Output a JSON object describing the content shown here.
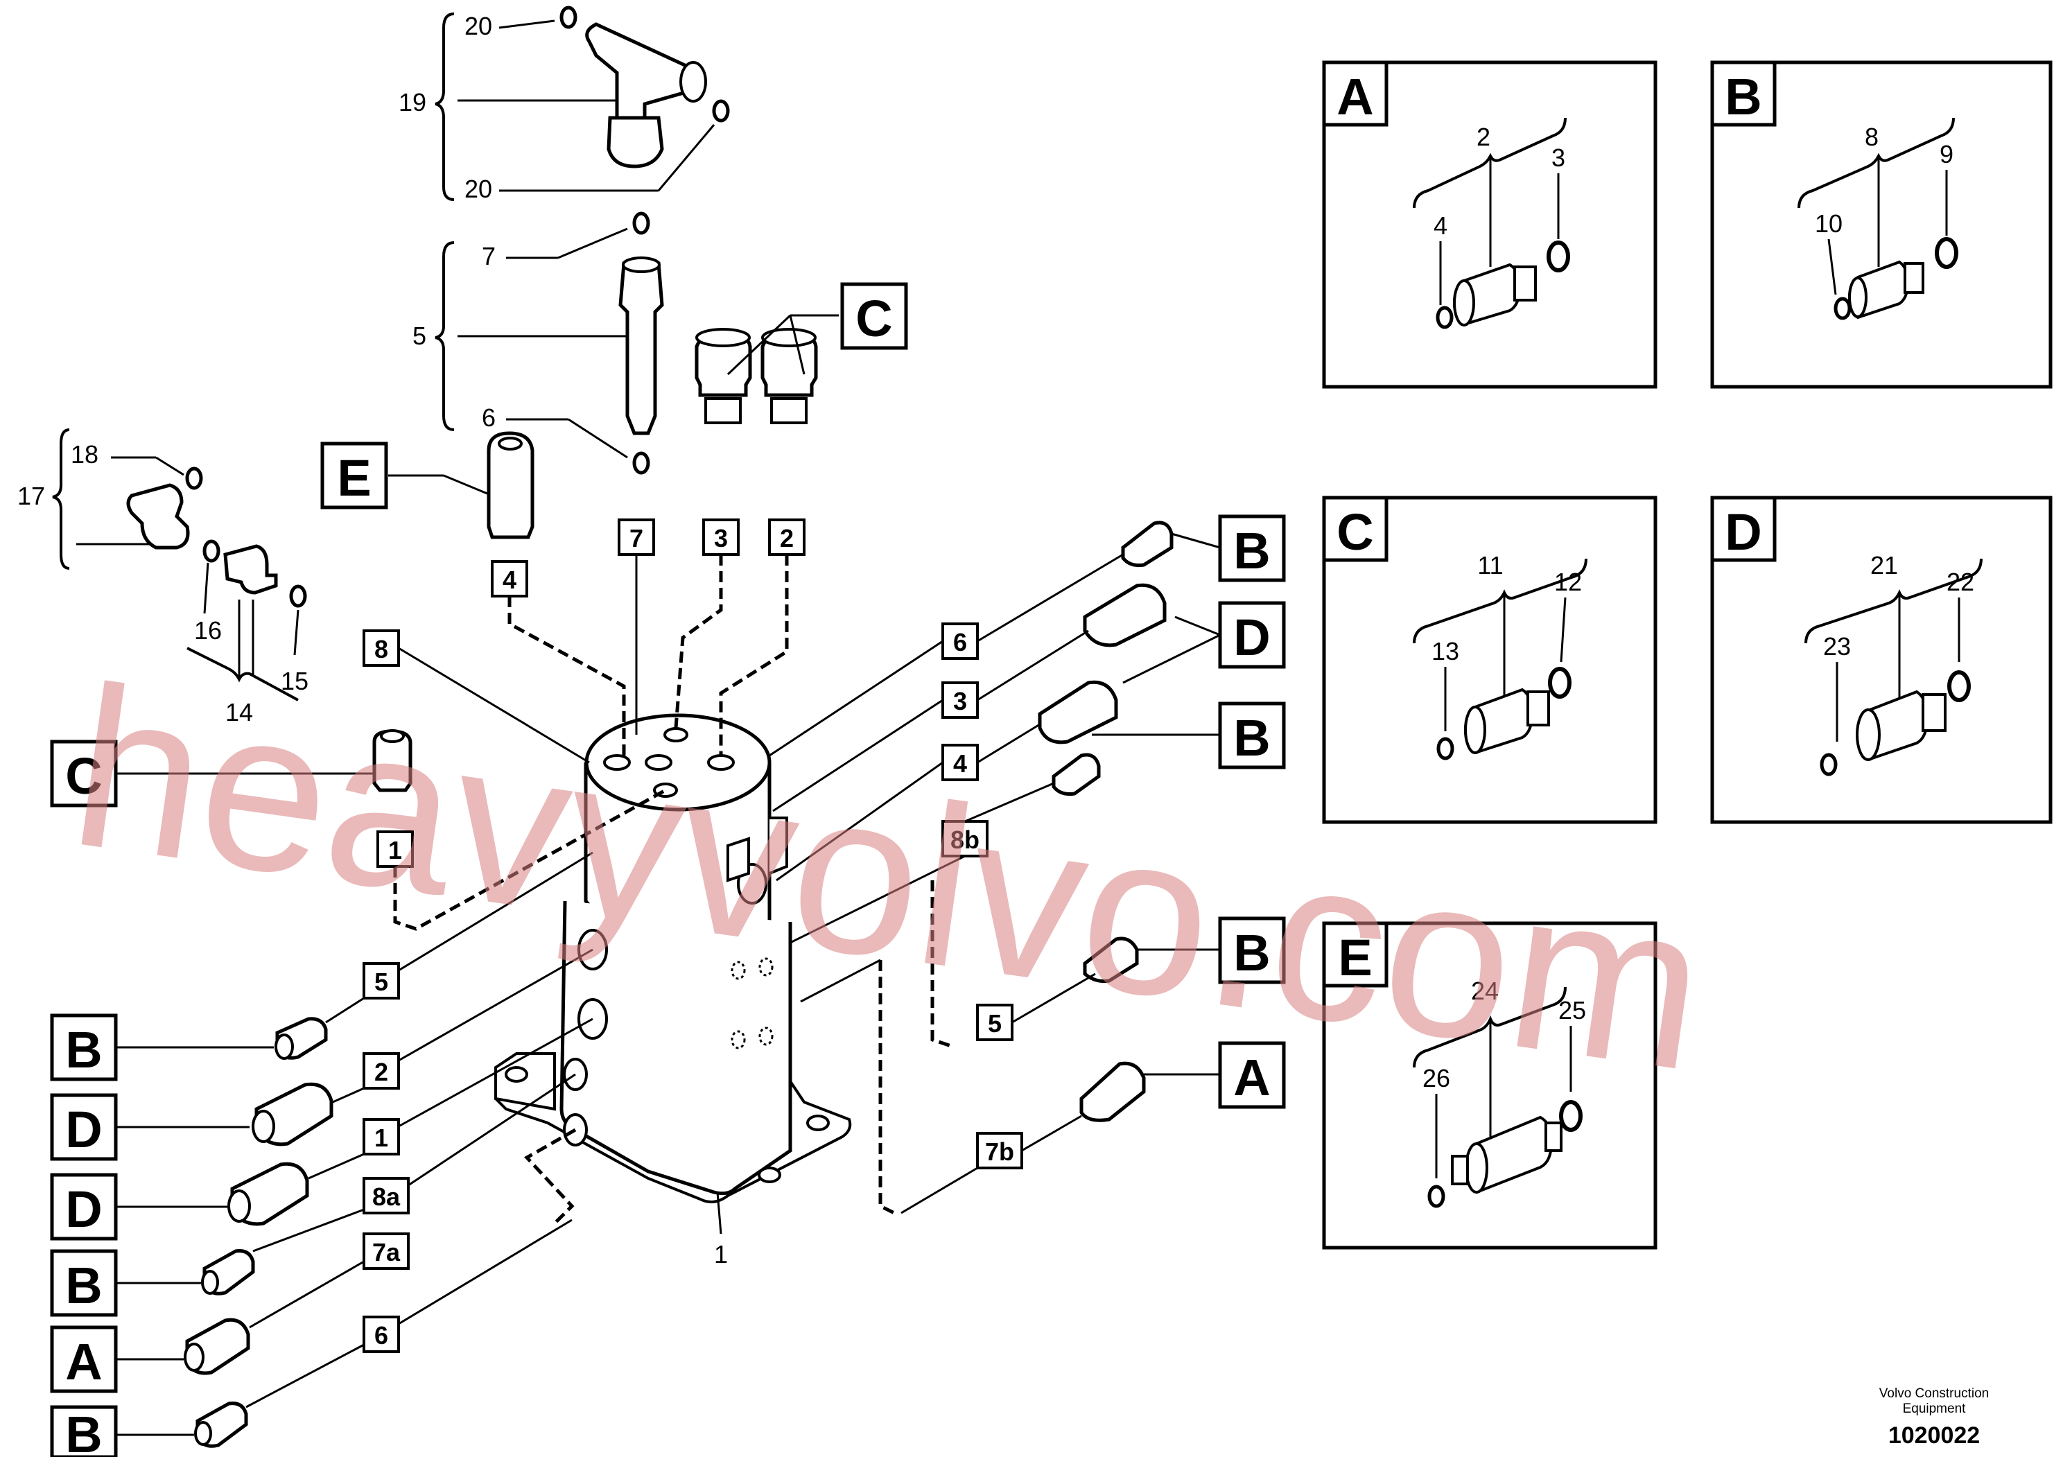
{
  "watermark": "heavyvolvo.com",
  "footer": {
    "company_line1": "Volvo Construction",
    "company_line2": "Equipment",
    "drawing_number": "1020022"
  },
  "detail_boxes": {
    "A": {
      "letter": "A",
      "assembly": "2",
      "fitting_oring": "3",
      "small_oring": "4"
    },
    "B": {
      "letter": "B",
      "assembly": "8",
      "fitting_oring": "9",
      "small_oring": "10"
    },
    "C": {
      "letter": "C",
      "assembly": "11",
      "fitting_oring": "12",
      "small_oring": "13"
    },
    "D": {
      "letter": "D",
      "assembly": "21",
      "fitting_oring": "22",
      "small_oring": "23"
    },
    "E": {
      "letter": "E",
      "assembly": "24",
      "fitting_oring": "25",
      "small_oring": "26"
    }
  },
  "callouts": {
    "tee": {
      "assembly": "19",
      "oring_top": "20",
      "oring_bottom": "20"
    },
    "pipe": {
      "assembly": "5",
      "oring_top": "7",
      "oring_bottom": "6"
    },
    "elbow": {
      "assembly": "17",
      "oring": "18"
    },
    "adapter": {
      "assembly": "14",
      "oring_a": "16",
      "oring_b": "15"
    },
    "swivel": "1"
  },
  "main_port_tags": [
    "7",
    "3",
    "2",
    "4",
    "8",
    "1",
    "5"
  ],
  "right_port_tags": [
    "6",
    "3",
    "4",
    "8b",
    "5",
    "7b"
  ],
  "left_port_tags": [
    "5",
    "2",
    "1",
    "8a",
    "7a",
    "6"
  ],
  "left_letters": [
    "B",
    "D",
    "D",
    "B",
    "A",
    "B"
  ],
  "right_letters": [
    "B",
    "D",
    "B",
    "B",
    "A"
  ],
  "top_letters": [
    "C",
    "E",
    "C"
  ]
}
